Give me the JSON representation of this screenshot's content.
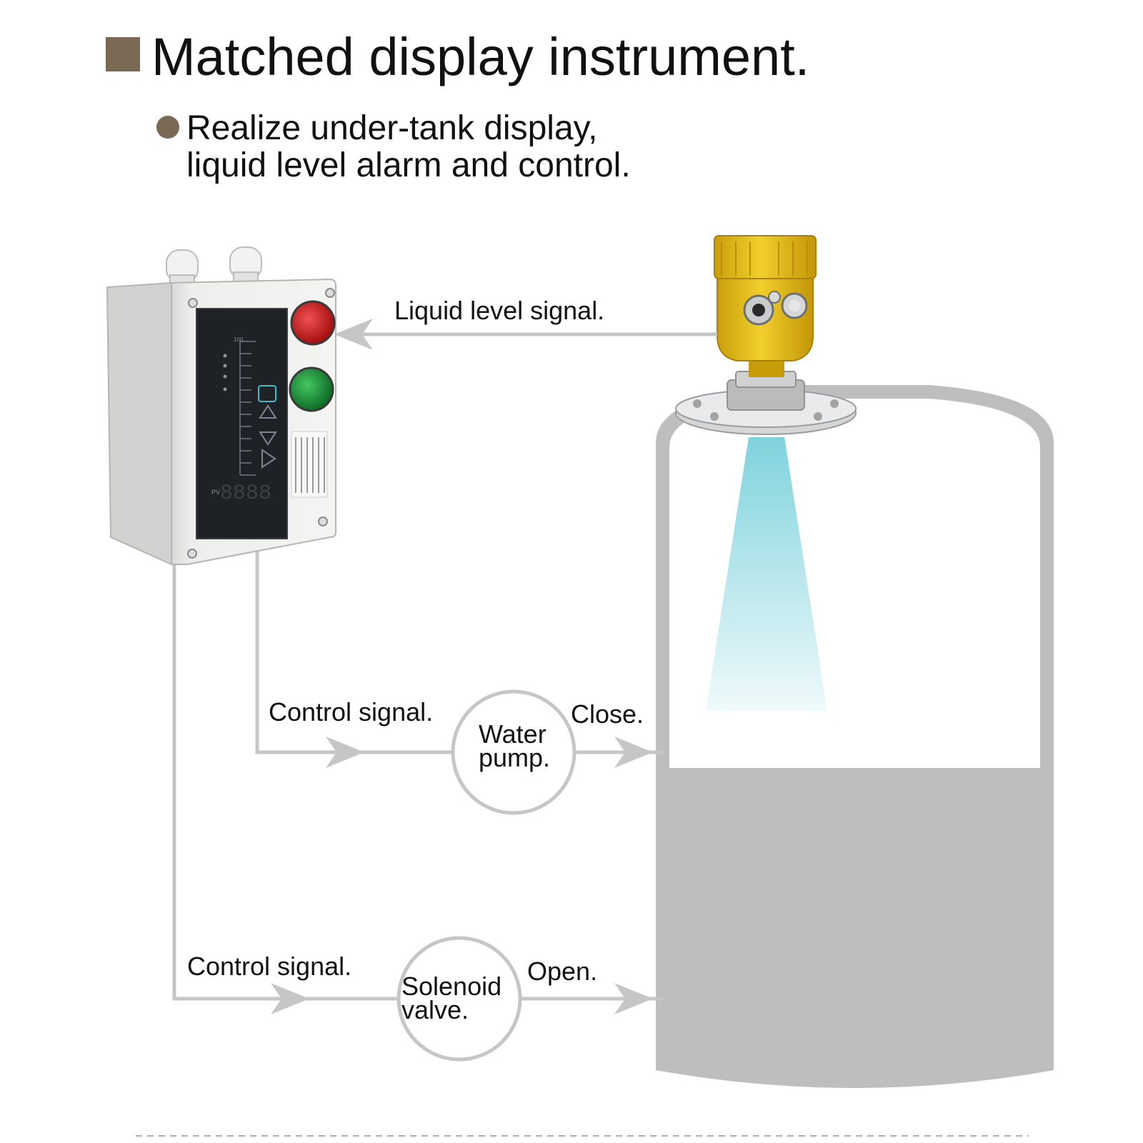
{
  "header": {
    "title": "Matched display instrument.",
    "bullet_line1": "Realize under-tank display,",
    "bullet_line2": "liquid level alarm and control."
  },
  "diagram": {
    "signal_label": "Liquid level signal.",
    "control_label_top": "Control signal.",
    "control_label_bottom": "Control signal.",
    "pump_line1": "Water",
    "pump_line2": "pump.",
    "pump_action": "Close.",
    "valve_line1": "Solenoid",
    "valve_line2": "valve.",
    "valve_action": "Open.",
    "panel_readout": "8888",
    "panel_pv_label": "PV",
    "panel_scale_top": "100"
  },
  "colors": {
    "accent": "#7a6a55",
    "line": "#c6c6c6",
    "tank": "#bebebe",
    "sensor_yellow": "#e8c21f",
    "beam": "#8ed8e0",
    "lamp_red": "#d21d1d",
    "lamp_green": "#1e9a3c"
  }
}
